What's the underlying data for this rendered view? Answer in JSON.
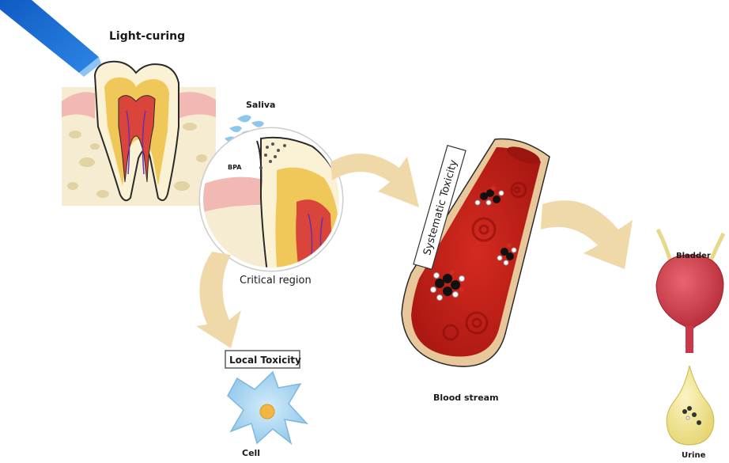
{
  "labels": {
    "light_curing": "Light-curing",
    "saliva": "Saliva",
    "bpa": "BPA",
    "critical_region": "Critical region",
    "systematic_toxicity": "Systematic Toxicity",
    "local_toxicity": "Local Toxicity",
    "cell": "Cell",
    "blood_stream": "Blood stream",
    "bladder": "Bladder",
    "urine": "Urine"
  },
  "colors": {
    "light_beam": "#1a6fd6",
    "gum": "#f2b8b4",
    "bone": "#f5ecd2",
    "enamel": "#fbf2d6",
    "pulp": "#d9453a",
    "arrow": "#f0d9a8",
    "vessel_wall": "#e8c79a",
    "blood": "#c0201a",
    "cell": "#a9d4f0",
    "bladder": "#d6414d",
    "urine": "#f3ea9a"
  }
}
